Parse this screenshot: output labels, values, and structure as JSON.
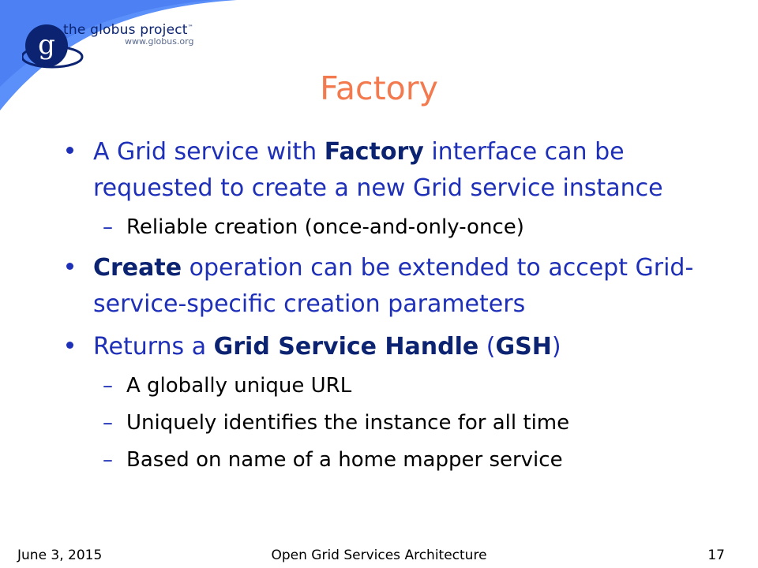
{
  "logo": {
    "letter": "g",
    "name": "the globus project",
    "tm": "™",
    "url": "www.globus.org"
  },
  "slide": {
    "title": "Factory",
    "b1": {
      "t1": "A Grid service with ",
      "b1": "Factory",
      "t2": " interface can be requested to create a new Grid service instance"
    },
    "b1s1": "Reliable creation (once-and-only-once)",
    "b2": {
      "b1": "Create",
      "t1": " operation can be extended to accept Grid-service-specific creation parameters"
    },
    "b3": {
      "t1": "Returns a ",
      "b1": "Grid Service Handle",
      "t2": " (",
      "b2": "GSH",
      "t3": ")"
    },
    "b3s1": "A globally unique URL",
    "b3s2": "Uniquely identifies the instance for all time",
    "b3s3": "Based on name of a home mapper service"
  },
  "footer": {
    "date": "June 3, 2015",
    "center": "Open Grid Services Architecture",
    "page": "17"
  },
  "colors": {
    "title": "#f27a4e",
    "bullet_text": "#1e2fb8",
    "bold_text": "#0b2370",
    "corner": "#5b8ff9"
  }
}
